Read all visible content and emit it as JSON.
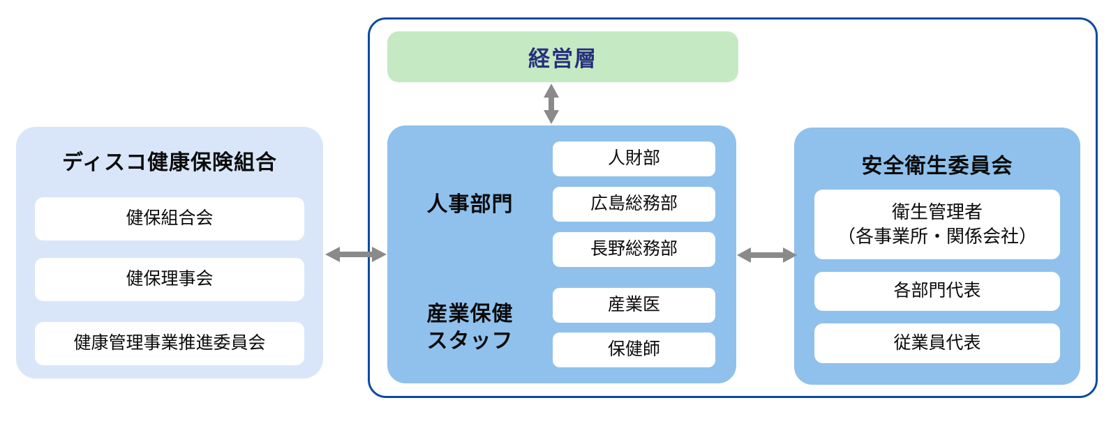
{
  "colors": {
    "frame-blue": "#0a4aa3",
    "mid-blue": "#8fc1ec",
    "light-blue": "#d9e6f9",
    "green": "#c5eac3",
    "navy-text": "#27307c",
    "arrow-gray": "#8a8a8a",
    "text-black": "#0b0b0b",
    "box-white": "#ffffff"
  },
  "left_group": {
    "title": "ディスコ健康保険組合",
    "items": [
      "健保組合会",
      "健保理事会",
      "健康管理事業推進委員会"
    ]
  },
  "management": {
    "label": "経営層"
  },
  "center_group": {
    "hr_section": {
      "label": "人事部門",
      "items": [
        "人財部",
        "広島総務部",
        "長野総務部"
      ]
    },
    "occupational_health_section": {
      "label": "産業保健\nスタッフ",
      "items": [
        "産業医",
        "保健師"
      ]
    }
  },
  "right_group": {
    "title": "安全衛生委員会",
    "items": [
      "衛生管理者\n（各事業所・関係会社）",
      "各部門代表",
      "従業員代表"
    ]
  }
}
